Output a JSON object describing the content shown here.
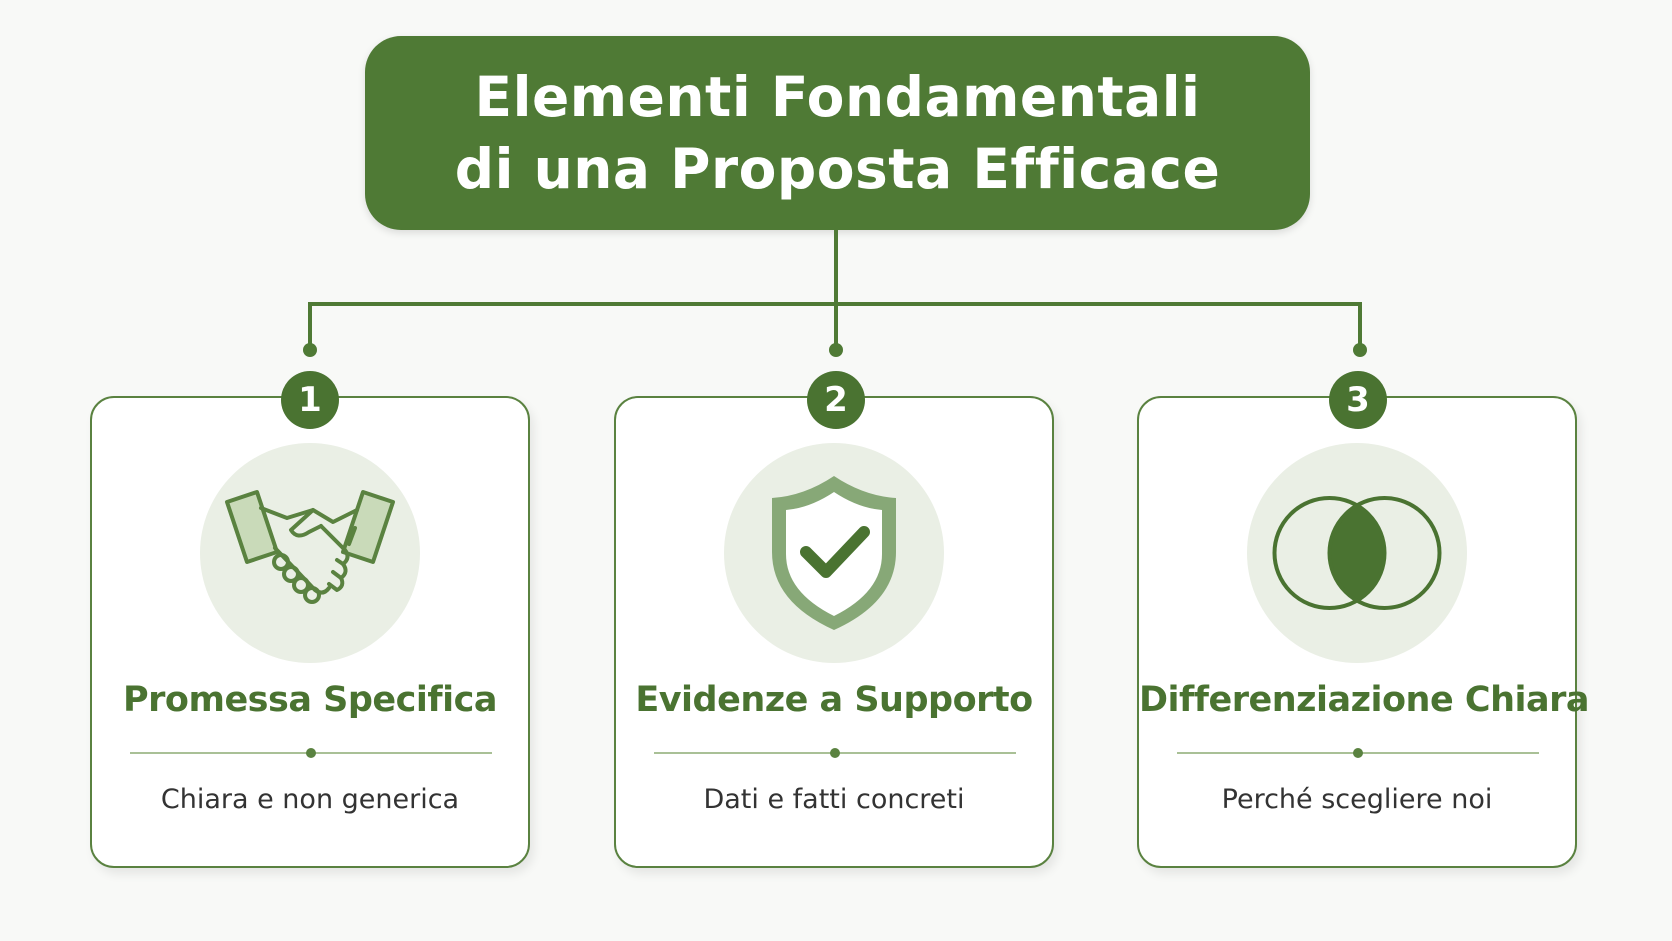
{
  "title": {
    "line1": "Elementi Fondamentali",
    "line2": "di una Proposta Efficace"
  },
  "colors": {
    "primary": "#4f7a35",
    "accent": "#5a8240",
    "icon_bg": "#eaefe5",
    "text": "#333333"
  },
  "cards": [
    {
      "number": "1",
      "icon": "handshake-icon",
      "title": "Promessa Specifica",
      "subtitle": "Chiara e non generica"
    },
    {
      "number": "2",
      "icon": "shield-check-icon",
      "title": "Evidenze a Supporto",
      "subtitle": "Dati e fatti concreti"
    },
    {
      "number": "3",
      "icon": "venn-diagram-icon",
      "title": "Differenziazione Chiara",
      "subtitle": "Perché scegliere noi"
    }
  ]
}
